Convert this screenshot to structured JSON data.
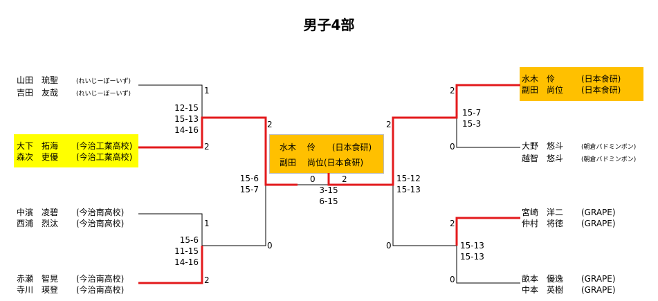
{
  "title": "男子4部",
  "colors": {
    "winner_line": "#e31a1c",
    "highlight_yellow": "#ffff00",
    "champion_orange": "#ffc000"
  },
  "left": [
    {
      "p1": "山田　琉聖",
      "p2": "吉田　友哉",
      "team": "(れいじーぼーいず)"
    },
    {
      "p1": "大下　拓海",
      "p2": "森次　吏優",
      "team": "(今治工業高校)"
    },
    {
      "p1": "中濱　凌碧",
      "p2": "西浦　烈汰",
      "team": "(今治南高校)"
    },
    {
      "p1": "赤瀬　智晃",
      "p2": "寺川　瑛登",
      "team": "(今治南高校)"
    }
  ],
  "right": [
    {
      "p1": "水木　伶",
      "p2": "副田　尚位",
      "team": "(日本食研)"
    },
    {
      "p1": "大野　悠斗",
      "p2": "越智　悠斗",
      "team": "(朝倉バドミンボン)"
    },
    {
      "p1": "宮崎　洋二",
      "p2": "仲村　将徳",
      "team": "(GRAPE)"
    },
    {
      "p1": "畝本　優逸",
      "p2": "中本　英樹",
      "team": "(GRAPE)"
    }
  ],
  "matches": {
    "l1": {
      "top": "1",
      "bottom": "2",
      "scores": [
        "12-15",
        "15-13",
        "14-16"
      ]
    },
    "l2": {
      "top": "1",
      "bottom": "2",
      "scores": [
        "15-6",
        "11-15",
        "14-16"
      ]
    },
    "lsemi": {
      "top": "2",
      "bottom": "0",
      "scores": [
        "15-6",
        "15-7"
      ]
    },
    "r1": {
      "top": "2",
      "bottom": "0",
      "scores": [
        "15-7",
        "15-3"
      ]
    },
    "r2": {
      "top": "2",
      "bottom": "0",
      "scores": [
        "15-13",
        "15-13"
      ]
    },
    "rsemi": {
      "top": "2",
      "bottom": "0",
      "scores": [
        "15-12",
        "15-13"
      ]
    },
    "final": {
      "left": "0",
      "right": "2",
      "scores": [
        "3-15",
        "6-15"
      ]
    }
  },
  "champion": {
    "line1": "水木　 伶　　(日本食研)",
    "line2": "副田　 尚位(日本食研)"
  }
}
